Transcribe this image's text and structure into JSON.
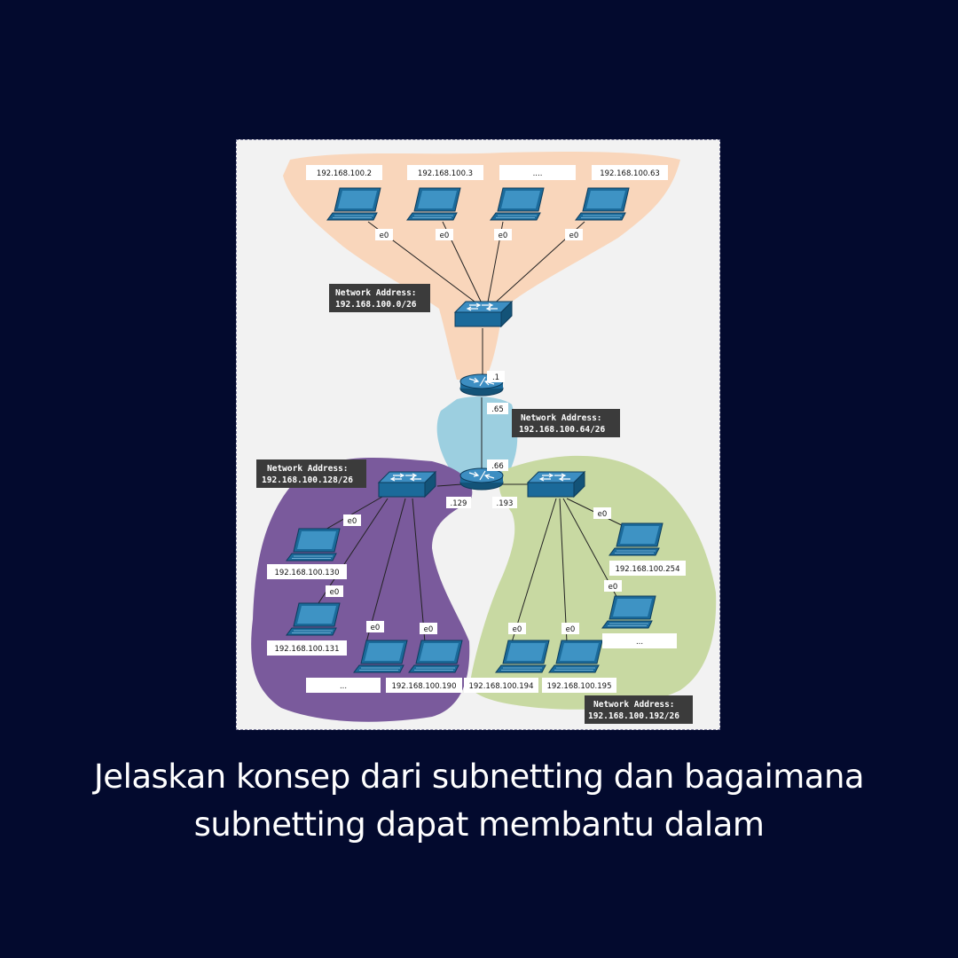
{
  "caption": {
    "line1": "Jelaskan konsep dari subnetting dan bagaimana",
    "line2": "subnetting dapat membantu dalam"
  },
  "colors": {
    "background": "#030a2e",
    "subnet_top": "#f9d6bb",
    "subnet_link": "#9ccfe0",
    "subnet_left": "#7a5a9c",
    "subnet_right": "#c8d9a2",
    "device": "#1b6a9a"
  },
  "network_labels": {
    "top": {
      "title": "Network Address:",
      "value": "192.168.100.0/26"
    },
    "link": {
      "title": "Network Address:",
      "value": "192.168.100.64/26"
    },
    "left": {
      "title": "Network Address:",
      "value": "192.168.100.128/26"
    },
    "right": {
      "title": "Network Address:",
      "value": "192.168.100.192/26"
    }
  },
  "router_ports": {
    "r1_top": ".1",
    "r1_bottom": ".65",
    "r2_top": ".66",
    "r2_left": ".129",
    "r2_right": ".193"
  },
  "hosts": {
    "top": [
      "192.168.100.2",
      "192.168.100.3",
      "....",
      "192.168.100.63"
    ],
    "left": [
      "192.168.100.130",
      "192.168.100.131",
      "...",
      "192.168.100.190"
    ],
    "right": [
      "192.168.100.254",
      "...",
      "192.168.100.194",
      "192.168.100.195"
    ]
  },
  "host_port": "e0"
}
